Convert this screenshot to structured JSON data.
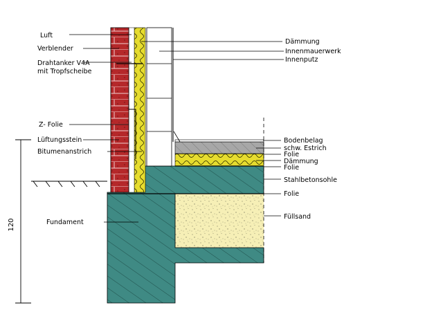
{
  "labels_left": {
    "luft": "Luft",
    "verblender": "Verblender",
    "drahtanker_1": "Drahtanker V4A",
    "drahtanker_2": "mit  Tropfscheibe",
    "z_folie": "Z- Folie",
    "lueftungsstein": "Lüftungsstein",
    "bitumenanstrich": "Bitumenanstrich",
    "fundament": "Fundament"
  },
  "labels_right": {
    "daemmung_top": "Dämmung",
    "innenmauerwerk": "Innenmauerwerk",
    "innenputz": "Innenputz",
    "bodenbelag": "Bodenbelag",
    "schw_estrich": "schw. Estrich",
    "folie_1": "Folie",
    "daemmung_floor": "Dämmung",
    "folie_2": "Folie",
    "stahlbetonsohle": "Stahlbetonsohle",
    "folie_3": "Folie",
    "fuellsand": "Füllsand"
  },
  "dimension": {
    "value": "120"
  },
  "colors": {
    "brick": "#b5282a",
    "concrete": "#3f8a84",
    "insulation": "#e6dc2e",
    "fill_sand": "#f6efb6",
    "screed": "#a7a7a7"
  }
}
